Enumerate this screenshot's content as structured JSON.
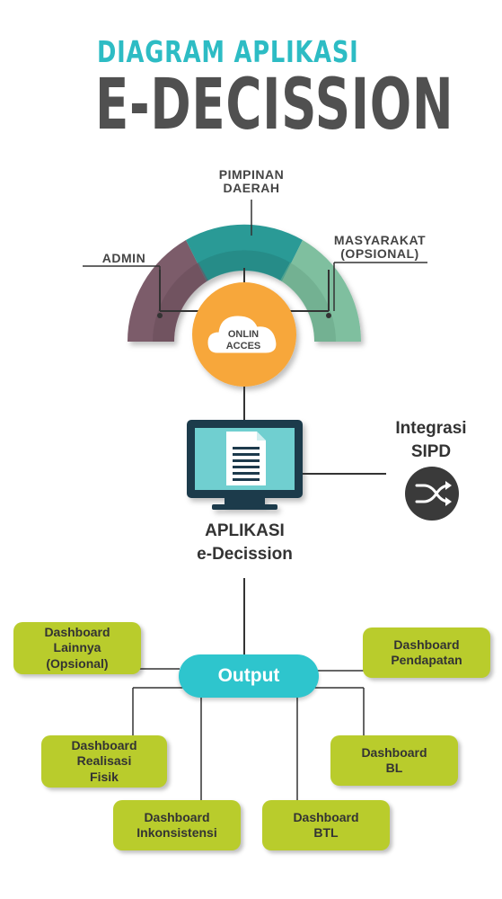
{
  "header": {
    "subtitle": "DIAGRAM APLIKASI",
    "title": "E-DECISSION"
  },
  "users": {
    "admin": "ADMIN",
    "pimpinan": "PIMPINAN\nDAERAH",
    "masyarakat": "MASYARAKAT\n(OPSIONAL)"
  },
  "cloud_label": "ONLIN\nACCES",
  "application": {
    "label_line1": "APLIKASI",
    "label_line2": "e-Decission"
  },
  "integration": {
    "label_line1": "Integrasi",
    "label_line2": "SIPD"
  },
  "output": {
    "label": "Output",
    "dashboards": {
      "lainnya": "Dashboard\nLainnya\n(Opsional)",
      "pendapatan": "Dashboard\nPendapatan",
      "realisasi": "Dashboard\nRealisasi\nFisik",
      "bl": "Dashboard\nBL",
      "inkonsistensi": "Dashboard\nInkonsistensi",
      "btl": "Dashboard\nBTL"
    }
  },
  "colors": {
    "accent_teal": "#2dbcc4",
    "title_gray": "#505050",
    "admin_purple": "#7b5b6a",
    "pimpinan_teal": "#2a9a96",
    "masyarakat_green": "#7fbf9f",
    "cloud_orange": "#f7a73a",
    "monitor_dark": "#1d3a4c",
    "monitor_screen": "#6fcfd0",
    "dashboard_green": "#b9cc2c",
    "output_teal": "#2ec5cd"
  }
}
